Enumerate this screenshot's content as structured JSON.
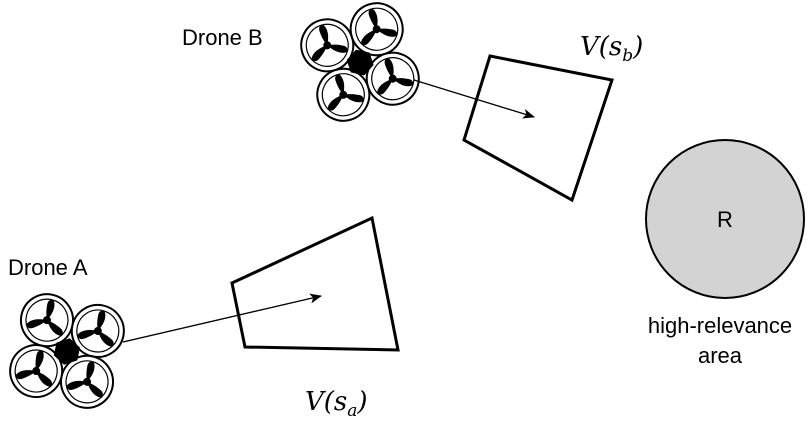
{
  "drone_b": {
    "label": "Drone B"
  },
  "drone_a": {
    "label": "Drone A"
  },
  "view_b": {
    "label_main": "V(s",
    "label_sub": "b",
    "label_close": ")"
  },
  "view_a": {
    "label_main": "V(s",
    "label_sub": "a",
    "label_close": ")"
  },
  "region": {
    "letter": "R",
    "caption_line1": "high-relevance",
    "caption_line2": "area",
    "fill_color": "#d3d3d3"
  }
}
